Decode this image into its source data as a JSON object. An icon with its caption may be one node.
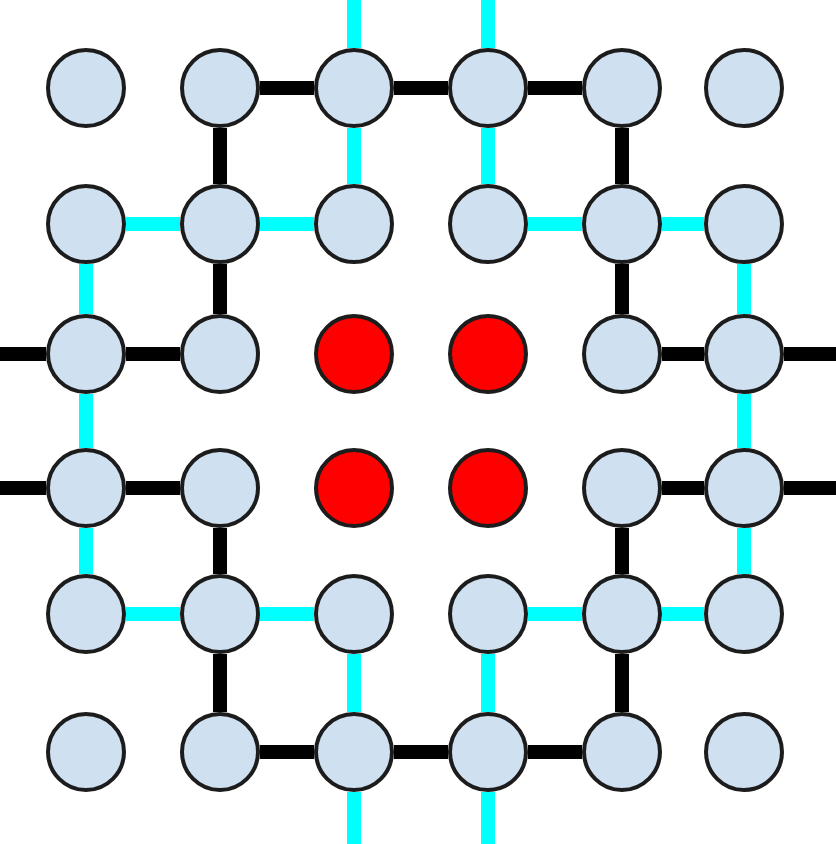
{
  "diagram": {
    "nodes": [
      {
        "text": [],
        "shape": "circle"
      },
      {
        "text": [],
        "shape": "circle"
      },
      {
        "text": [],
        "shape": "circle"
      },
      {
        "text": [],
        "shape": "circle"
      },
      {
        "text": [],
        "shape": "circle"
      },
      {
        "text": [],
        "shape": "circle"
      },
      {
        "text": [],
        "shape": "circle"
      },
      {
        "text": [],
        "shape": "circle"
      },
      {
        "text": [],
        "shape": "circle"
      },
      {
        "text": [],
        "shape": "circle"
      },
      {
        "text": [],
        "shape": "circle"
      },
      {
        "text": [],
        "shape": "circle"
      },
      {
        "text": [],
        "shape": "circle"
      },
      {
        "text": [],
        "shape": "circle"
      },
      {
        "text": [],
        "shape": "circle"
      },
      {
        "text": [],
        "shape": "circle"
      },
      {
        "text": [],
        "shape": "circle"
      },
      {
        "text": [],
        "shape": "circle"
      },
      {
        "text": [],
        "shape": "circle"
      },
      {
        "text": [],
        "shape": "circle"
      },
      {
        "text": [],
        "shape": "circle"
      },
      {
        "text": [],
        "shape": "circle"
      },
      {
        "text": [],
        "shape": "circle"
      },
      {
        "text": [],
        "shape": "circle"
      },
      {
        "text": [],
        "shape": "circle"
      },
      {
        "text": [],
        "shape": "circle"
      },
      {
        "text": [],
        "shape": "circle"
      },
      {
        "text": [],
        "shape": "circle"
      },
      {
        "text": [],
        "shape": "circle"
      },
      {
        "text": [],
        "shape": "circle"
      },
      {
        "text": [],
        "shape": "circle"
      },
      {
        "text": [],
        "shape": "circle"
      },
      {
        "text": [],
        "shape": "circle"
      },
      {
        "text": [],
        "shape": "circle"
      },
      {
        "text": [],
        "shape": "circle"
      },
      {
        "text": [],
        "shape": "circle"
      }
    ],
    "edges": [
      {
        "from": 2,
        "to": null,
        "arrow": "none",
        "color": "#00ffff"
      },
      {
        "from": 3,
        "to": null,
        "arrow": "none",
        "color": "#00ffff"
      },
      {
        "from": 1,
        "to": 2,
        "arrow": "none",
        "color": "#000000"
      },
      {
        "from": 2,
        "to": 3,
        "arrow": "none",
        "color": "#000000"
      },
      {
        "from": 3,
        "to": 4,
        "arrow": "none",
        "color": "#000000"
      },
      {
        "from": 1,
        "to": 7,
        "arrow": "none",
        "color": "#000000"
      },
      {
        "from": 2,
        "to": 8,
        "arrow": "none",
        "color": "#00ffff"
      },
      {
        "from": 3,
        "to": 9,
        "arrow": "none",
        "color": "#00ffff"
      },
      {
        "from": 4,
        "to": 10,
        "arrow": "none",
        "color": "#000000"
      },
      {
        "from": 6,
        "to": 7,
        "arrow": "none",
        "color": "#00ffff"
      },
      {
        "from": 7,
        "to": 8,
        "arrow": "none",
        "color": "#00ffff"
      },
      {
        "from": 9,
        "to": 10,
        "arrow": "none",
        "color": "#00ffff"
      },
      {
        "from": 10,
        "to": 11,
        "arrow": "none",
        "color": "#00ffff"
      },
      {
        "from": 6,
        "to": 12,
        "arrow": "none",
        "color": "#00ffff"
      },
      {
        "from": 7,
        "to": 13,
        "arrow": "none",
        "color": "#000000"
      },
      {
        "from": 10,
        "to": 16,
        "arrow": "none",
        "color": "#000000"
      },
      {
        "from": 11,
        "to": 17,
        "arrow": "none",
        "color": "#00ffff"
      },
      {
        "from": 12,
        "to": null,
        "arrow": "none",
        "color": "#000000"
      },
      {
        "from": 12,
        "to": 13,
        "arrow": "none",
        "color": "#000000"
      },
      {
        "from": 16,
        "to": 17,
        "arrow": "none",
        "color": "#000000"
      },
      {
        "from": 17,
        "to": null,
        "arrow": "none",
        "color": "#000000"
      },
      {
        "from": 12,
        "to": 18,
        "arrow": "none",
        "color": "#00ffff"
      },
      {
        "from": 17,
        "to": 23,
        "arrow": "none",
        "color": "#00ffff"
      },
      {
        "from": 18,
        "to": null,
        "arrow": "none",
        "color": "#000000"
      },
      {
        "from": 18,
        "to": 19,
        "arrow": "none",
        "color": "#000000"
      },
      {
        "from": 22,
        "to": 23,
        "arrow": "none",
        "color": "#000000"
      },
      {
        "from": 23,
        "to": null,
        "arrow": "none",
        "color": "#000000"
      },
      {
        "from": 18,
        "to": 24,
        "arrow": "none",
        "color": "#00ffff"
      },
      {
        "from": 19,
        "to": 25,
        "arrow": "none",
        "color": "#000000"
      },
      {
        "from": 22,
        "to": 28,
        "arrow": "none",
        "color": "#000000"
      },
      {
        "from": 23,
        "to": 29,
        "arrow": "none",
        "color": "#00ffff"
      },
      {
        "from": 24,
        "to": 25,
        "arrow": "none",
        "color": "#00ffff"
      },
      {
        "from": 25,
        "to": 26,
        "arrow": "none",
        "color": "#00ffff"
      },
      {
        "from": 27,
        "to": 28,
        "arrow": "none",
        "color": "#00ffff"
      },
      {
        "from": 28,
        "to": 29,
        "arrow": "none",
        "color": "#00ffff"
      },
      {
        "from": 25,
        "to": 31,
        "arrow": "none",
        "color": "#000000"
      },
      {
        "from": 26,
        "to": 32,
        "arrow": "none",
        "color": "#00ffff"
      },
      {
        "from": 27,
        "to": 33,
        "arrow": "none",
        "color": "#00ffff"
      },
      {
        "from": 28,
        "to": 34,
        "arrow": "none",
        "color": "#000000"
      },
      {
        "from": 31,
        "to": 32,
        "arrow": "none",
        "color": "#000000"
      },
      {
        "from": 32,
        "to": 33,
        "arrow": "none",
        "color": "#000000"
      },
      {
        "from": 33,
        "to": 34,
        "arrow": "none",
        "color": "#000000"
      },
      {
        "from": 32,
        "to": null,
        "arrow": "none",
        "color": "#00ffff"
      },
      {
        "from": 33,
        "to": null,
        "arrow": "none",
        "color": "#00ffff"
      }
    ]
  }
}
